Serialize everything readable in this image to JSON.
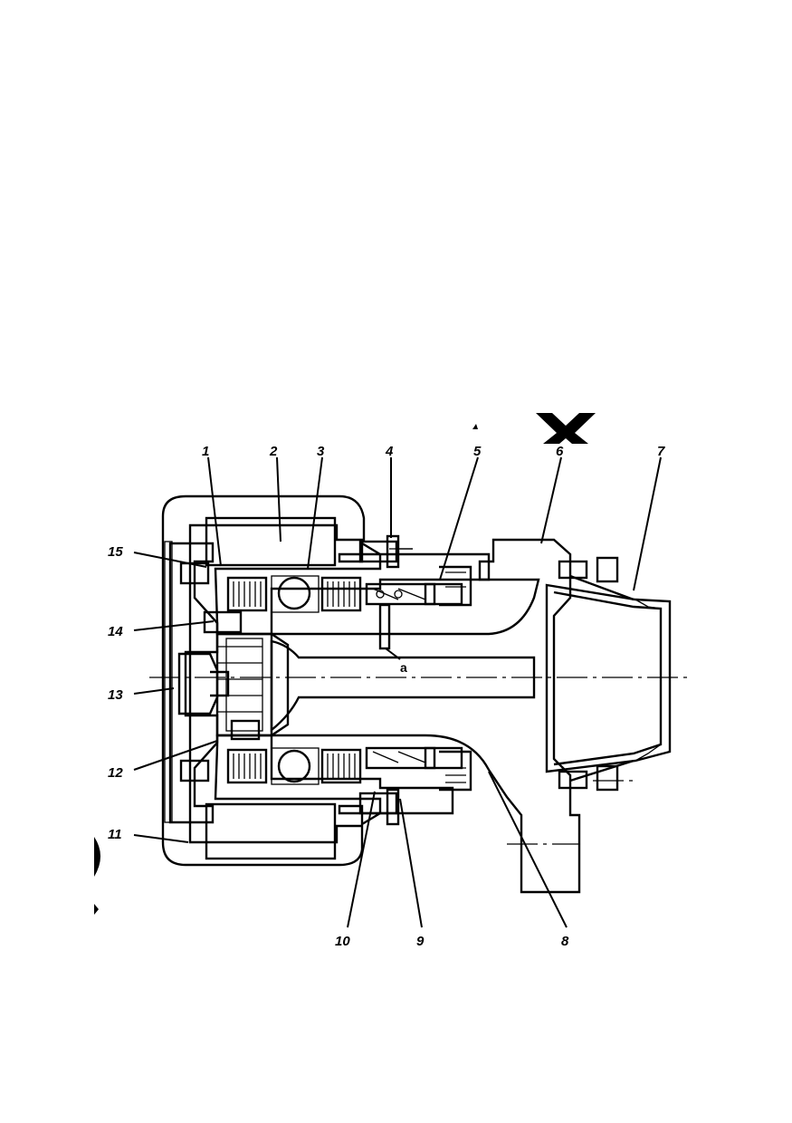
{
  "figure": {
    "callouts": [
      {
        "id": "c1",
        "label": "1"
      },
      {
        "id": "c2",
        "label": "2"
      },
      {
        "id": "c3",
        "label": "3"
      },
      {
        "id": "c4",
        "label": "4"
      },
      {
        "id": "c5",
        "label": "5"
      },
      {
        "id": "c6",
        "label": "6"
      },
      {
        "id": "c7",
        "label": "7"
      },
      {
        "id": "c8",
        "label": "8"
      },
      {
        "id": "c9",
        "label": "9"
      },
      {
        "id": "c10",
        "label": "10"
      },
      {
        "id": "c11",
        "label": "11"
      },
      {
        "id": "c12",
        "label": "12"
      },
      {
        "id": "c13",
        "label": "13"
      },
      {
        "id": "c14",
        "label": "14"
      },
      {
        "id": "c15",
        "label": "15"
      }
    ],
    "channel_label": "a"
  },
  "colors": {
    "line": "#000000",
    "background": "#ffffff"
  }
}
